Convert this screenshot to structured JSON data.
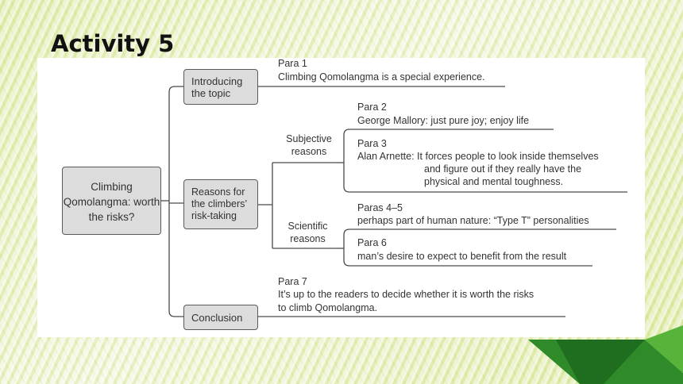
{
  "title": "Activity 5",
  "root": "Climbing Qomolangma: worth the risks?",
  "branches": {
    "intro": {
      "label": "Introducing the topic",
      "para": "Para 1",
      "text": "Climbing Qomolangma is a special experience."
    },
    "reasons": {
      "label": "Reasons for the climbers’ risk-taking",
      "subjective": {
        "label": "Subjective reasons",
        "items": [
          {
            "para": "Para 2",
            "text": "George Mallory: just pure joy; enjoy life"
          },
          {
            "para": "Para 3",
            "text_line1": "Alan Arnette: It forces people to look inside themselves",
            "text_line2": "and figure out if they really have the",
            "text_line3": "physical and mental toughness."
          }
        ]
      },
      "scientific": {
        "label": "Scientific reasons",
        "items": [
          {
            "para": "Paras 4–5",
            "text": "perhaps part of human nature: “Type T” personalities"
          },
          {
            "para": "Para 6",
            "text": "man’s desire to expect to benefit from the result"
          }
        ]
      }
    },
    "conclusion": {
      "label": "Conclusion",
      "para": "Para 7",
      "text_line1": "It’s up to the readers to decide whether it is worth the risks",
      "text_line2": "to climb Qomolangma."
    }
  }
}
